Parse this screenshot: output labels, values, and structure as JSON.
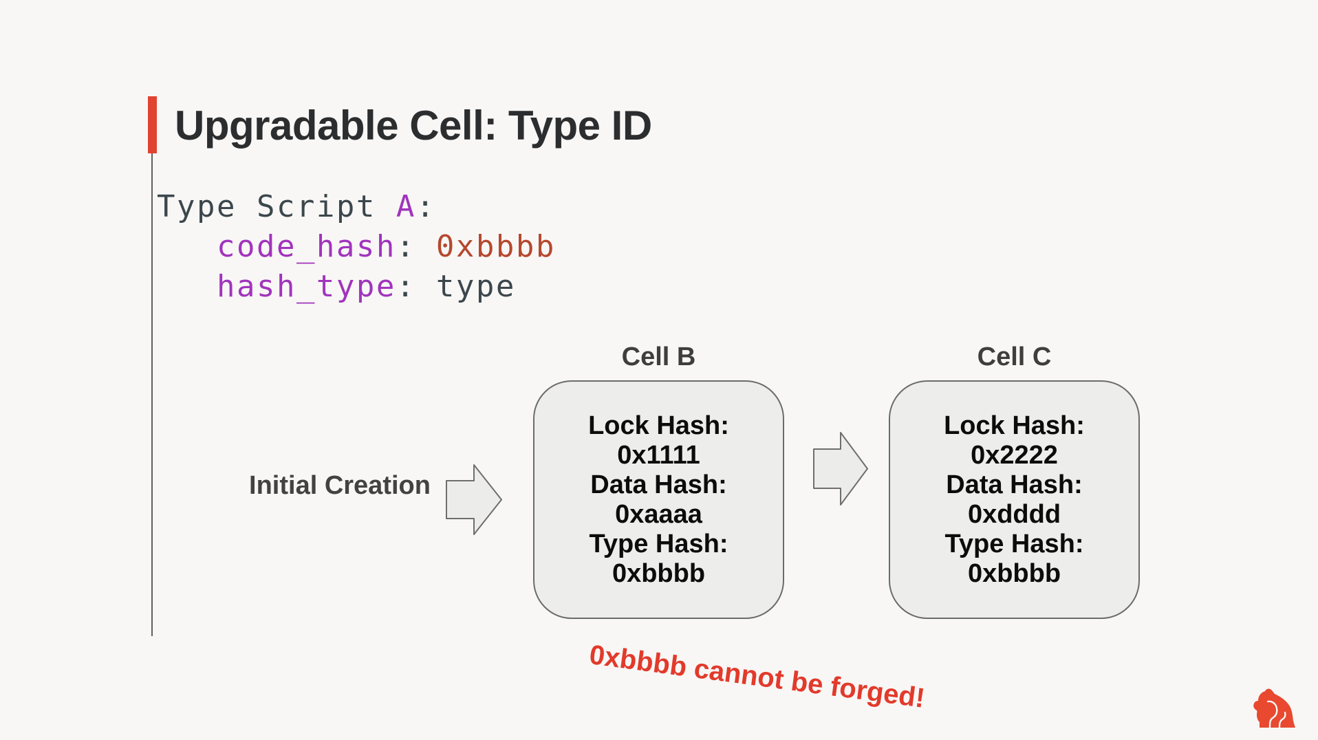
{
  "slide": {
    "title": "Upgradable Cell: Type ID"
  },
  "code": {
    "line1": {
      "prefix": "Type Script ",
      "highlight": "A",
      "suffix": ":"
    },
    "line2": {
      "indent": "   ",
      "key": "code_hash",
      "sep": ": ",
      "value": "0xbbbb"
    },
    "line3": {
      "indent": "   ",
      "key": "hash_type",
      "sep": ": ",
      "value": "type"
    }
  },
  "flow": {
    "caption": "Initial Creation"
  },
  "cells": [
    {
      "label": "Cell B",
      "lines": [
        "Lock Hash:",
        "0x1111",
        "Data Hash:",
        "0xaaaa",
        "Type Hash:",
        "0xbbbb"
      ]
    },
    {
      "label": "Cell C",
      "lines": [
        "Lock Hash:",
        "0x2222",
        "Data Hash:",
        "0xdddd",
        "Type Hash:",
        "0xbbbb"
      ]
    }
  ],
  "annotation": {
    "text": "0xbbbb cannot be forged!"
  },
  "icons": {
    "arrow_between_steps": "right-block-arrow-icon",
    "footer_logo": "gorilla-logo"
  },
  "colors": {
    "background": "#f8f7f6",
    "accent_red": "#e04330",
    "annotation_red": "#e23a2b",
    "logo_red": "#e8492f",
    "code_purple": "#a134bc",
    "code_value_red": "#b5482e",
    "code_slate": "#3c474c",
    "cell_fill": "#ededec",
    "cell_border": "#6b6b6b",
    "title_color": "#2c2d2f"
  }
}
